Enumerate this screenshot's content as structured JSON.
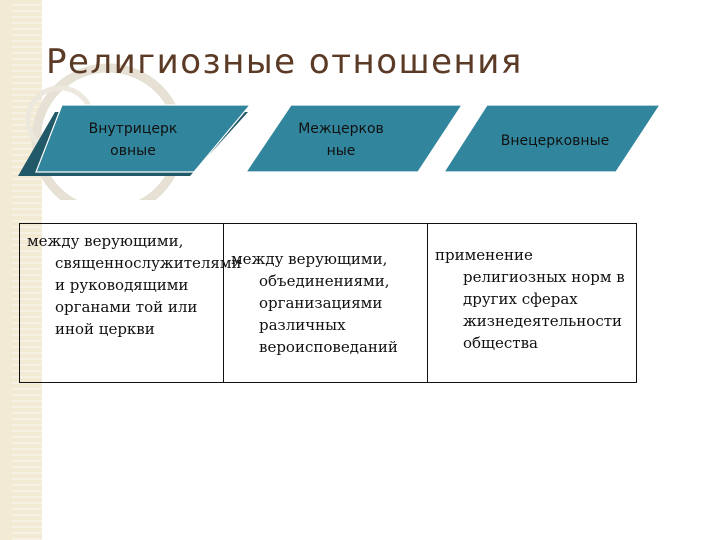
{
  "title": "Религиозные отношения",
  "categories": [
    {
      "label": "Внутрицерковные"
    },
    {
      "label": "Межцерковные"
    },
    {
      "label": "Внецерковные"
    }
  ],
  "descriptions": [
    {
      "text": "между верующими, священнослужителями и руководящими органами той или иной церкви"
    },
    {
      "text": "между верующими, объединениями, организациями различных вероисповеданий"
    },
    {
      "text": "применение религиозных норм в других сферах жизнедеятельности общества"
    }
  ],
  "colors": {
    "title": "#5b3a26",
    "shape_fill": "#31859c",
    "shape_fill_light": "#4a9bb0",
    "shape_shadow": "#215968",
    "table_border": "#111111",
    "background_strip": "#f2ead2"
  }
}
